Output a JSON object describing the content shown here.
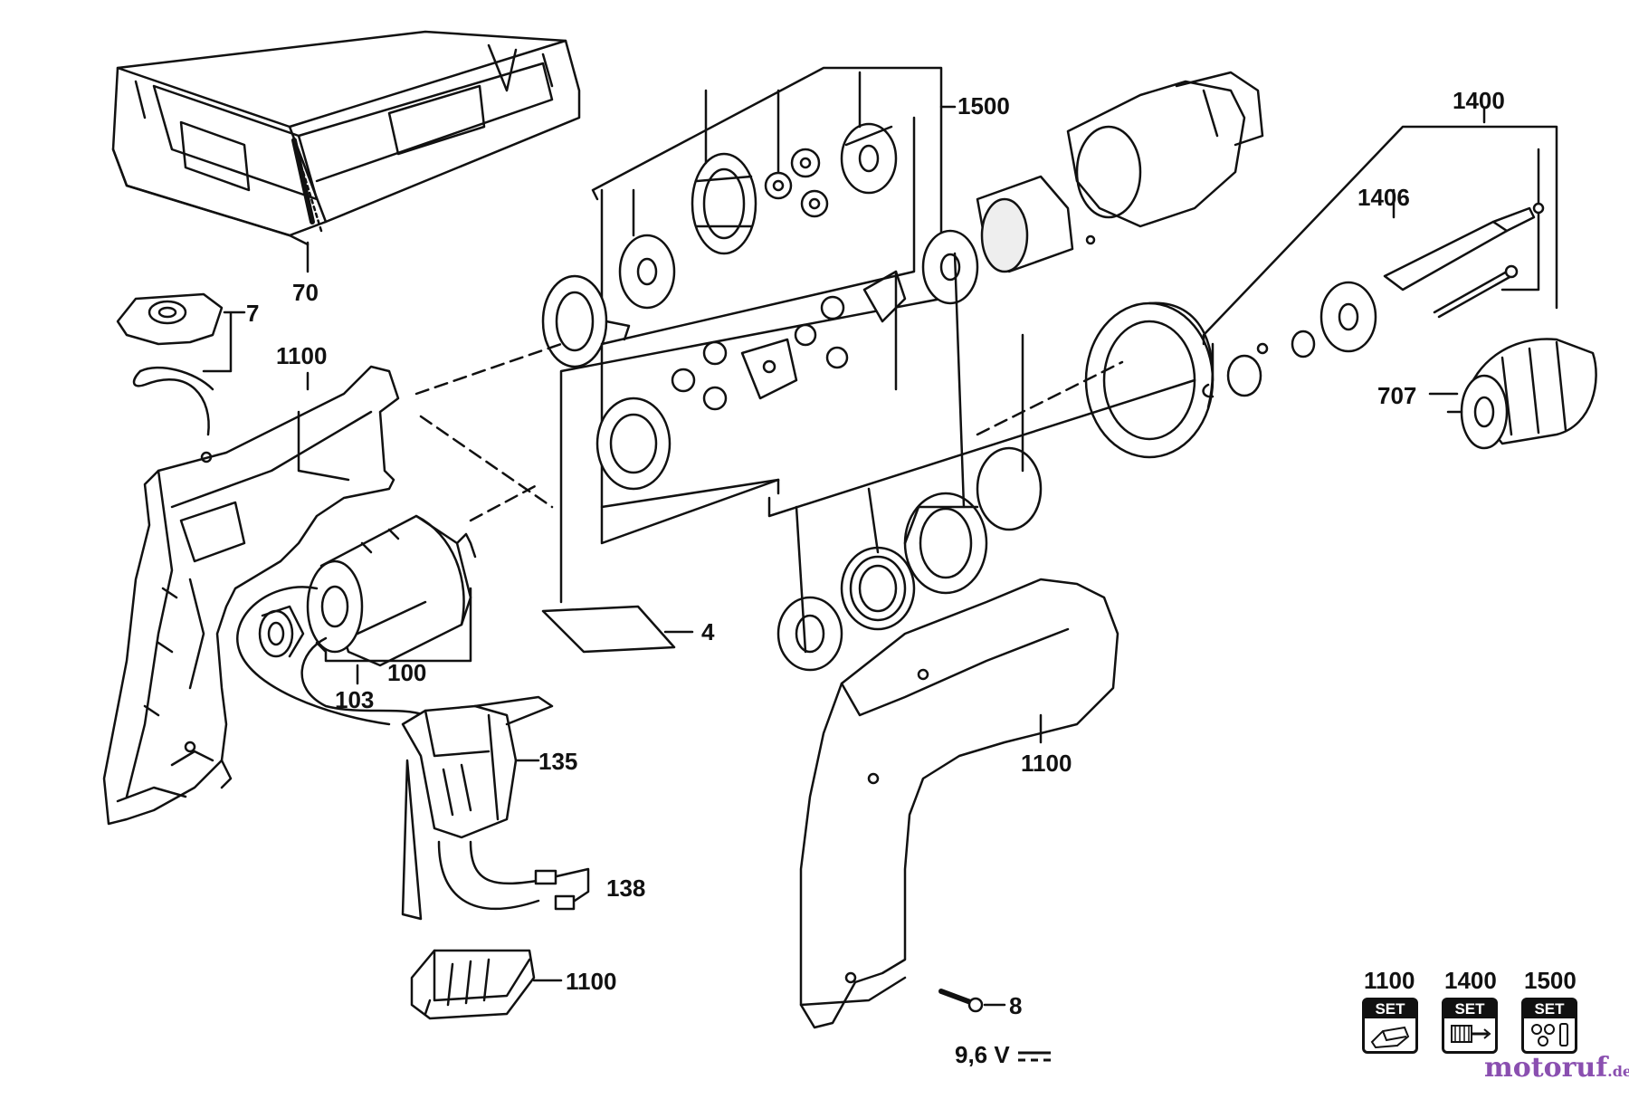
{
  "labels": {
    "case": "70",
    "clip": "7",
    "housing_left": "1100",
    "gear_set": "1500",
    "spindle_group": "1400",
    "spindle": "1406",
    "chuck": "707",
    "plate": "4",
    "motor": "100",
    "motor_pinion": "103",
    "switch": "135",
    "wires": "138",
    "battery_adapter": "1100",
    "housing_right": "1100",
    "screw": "8",
    "voltage": "9,6 V"
  },
  "set_legend": [
    {
      "number": "1100",
      "tag": "SET",
      "icon": "housing-set-icon"
    },
    {
      "number": "1400",
      "tag": "SET",
      "icon": "spindle-set-icon"
    },
    {
      "number": "1500",
      "tag": "SET",
      "icon": "gear-set-icon"
    }
  ],
  "watermark": {
    "brand": "motoruf",
    "suffix": ".de"
  }
}
